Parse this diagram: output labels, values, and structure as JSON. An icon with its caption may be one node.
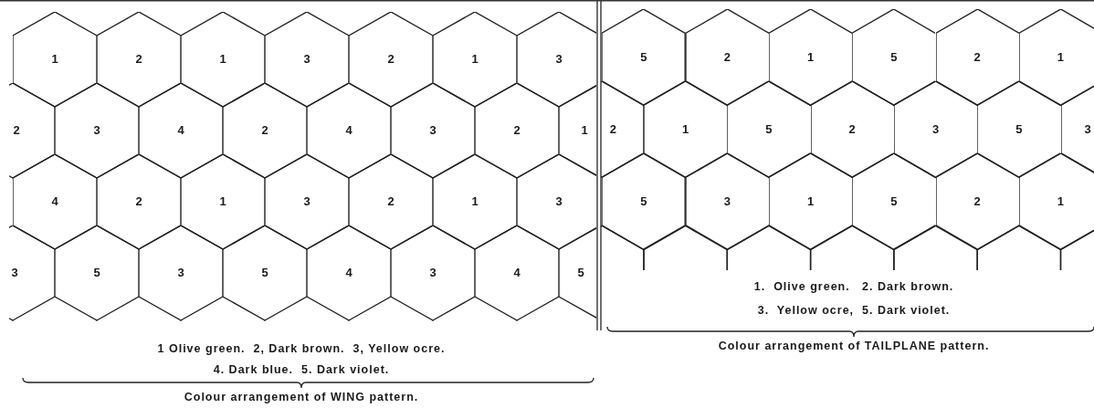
{
  "diagram": {
    "nodes": [
      {
        "text": [
          "1"
        ]
      },
      {
        "text": [
          "2"
        ]
      },
      {
        "text": [
          "1"
        ]
      },
      {
        "text": [
          "3"
        ]
      },
      {
        "text": [
          "2"
        ]
      },
      {
        "text": [
          "1"
        ]
      },
      {
        "text": [
          "3"
        ]
      },
      {
        "text": [
          "2"
        ]
      },
      {
        "text": [
          "3"
        ]
      },
      {
        "text": [
          "4"
        ]
      },
      {
        "text": [
          "2"
        ]
      },
      {
        "text": [
          "4"
        ]
      },
      {
        "text": [
          "3"
        ]
      },
      {
        "text": [
          "2"
        ]
      },
      {
        "text": [
          "1"
        ]
      },
      {
        "text": [
          "4"
        ]
      },
      {
        "text": [
          "2"
        ]
      },
      {
        "text": [
          "1"
        ]
      },
      {
        "text": [
          "3"
        ]
      },
      {
        "text": [
          "2"
        ]
      },
      {
        "text": [
          "1"
        ]
      },
      {
        "text": [
          "3"
        ]
      },
      {
        "text": [
          "3"
        ]
      },
      {
        "text": [
          "5"
        ]
      },
      {
        "text": [
          "3"
        ]
      },
      {
        "text": [
          "5"
        ]
      },
      {
        "text": [
          "4"
        ]
      },
      {
        "text": [
          "3"
        ]
      },
      {
        "text": [
          "4"
        ]
      },
      {
        "text": [
          "5"
        ]
      },
      {
        "text": [
          "5"
        ]
      },
      {
        "text": [
          "2"
        ]
      },
      {
        "text": [
          "1"
        ]
      },
      {
        "text": [
          "5"
        ]
      },
      {
        "text": [
          "2"
        ]
      },
      {
        "text": [
          "1"
        ]
      },
      {
        "text": [
          "2"
        ]
      },
      {
        "text": [
          "1"
        ]
      },
      {
        "text": [
          "5"
        ]
      },
      {
        "text": [
          "2"
        ]
      },
      {
        "text": [
          "3"
        ]
      },
      {
        "text": [
          "5"
        ]
      },
      {
        "text": [
          "3"
        ]
      },
      {
        "text": [
          "5"
        ]
      },
      {
        "text": [
          "3"
        ]
      },
      {
        "text": [
          "1"
        ]
      },
      {
        "text": [
          "5"
        ]
      },
      {
        "text": [
          "2"
        ]
      },
      {
        "text": [
          "1"
        ]
      }
    ],
    "labels": [
      "1 Olive green.  2, Dark brown.  3, Yellow ocre.",
      "4. Dark blue.  5. Dark violet.",
      "Colour arrangement of WING pattern.",
      "1.  Olive green.   2. Dark brown.",
      "3.  Yellow ocre,  5. Dark violet.",
      "Colour arrangement of TAILPLANE pattern."
    ]
  }
}
